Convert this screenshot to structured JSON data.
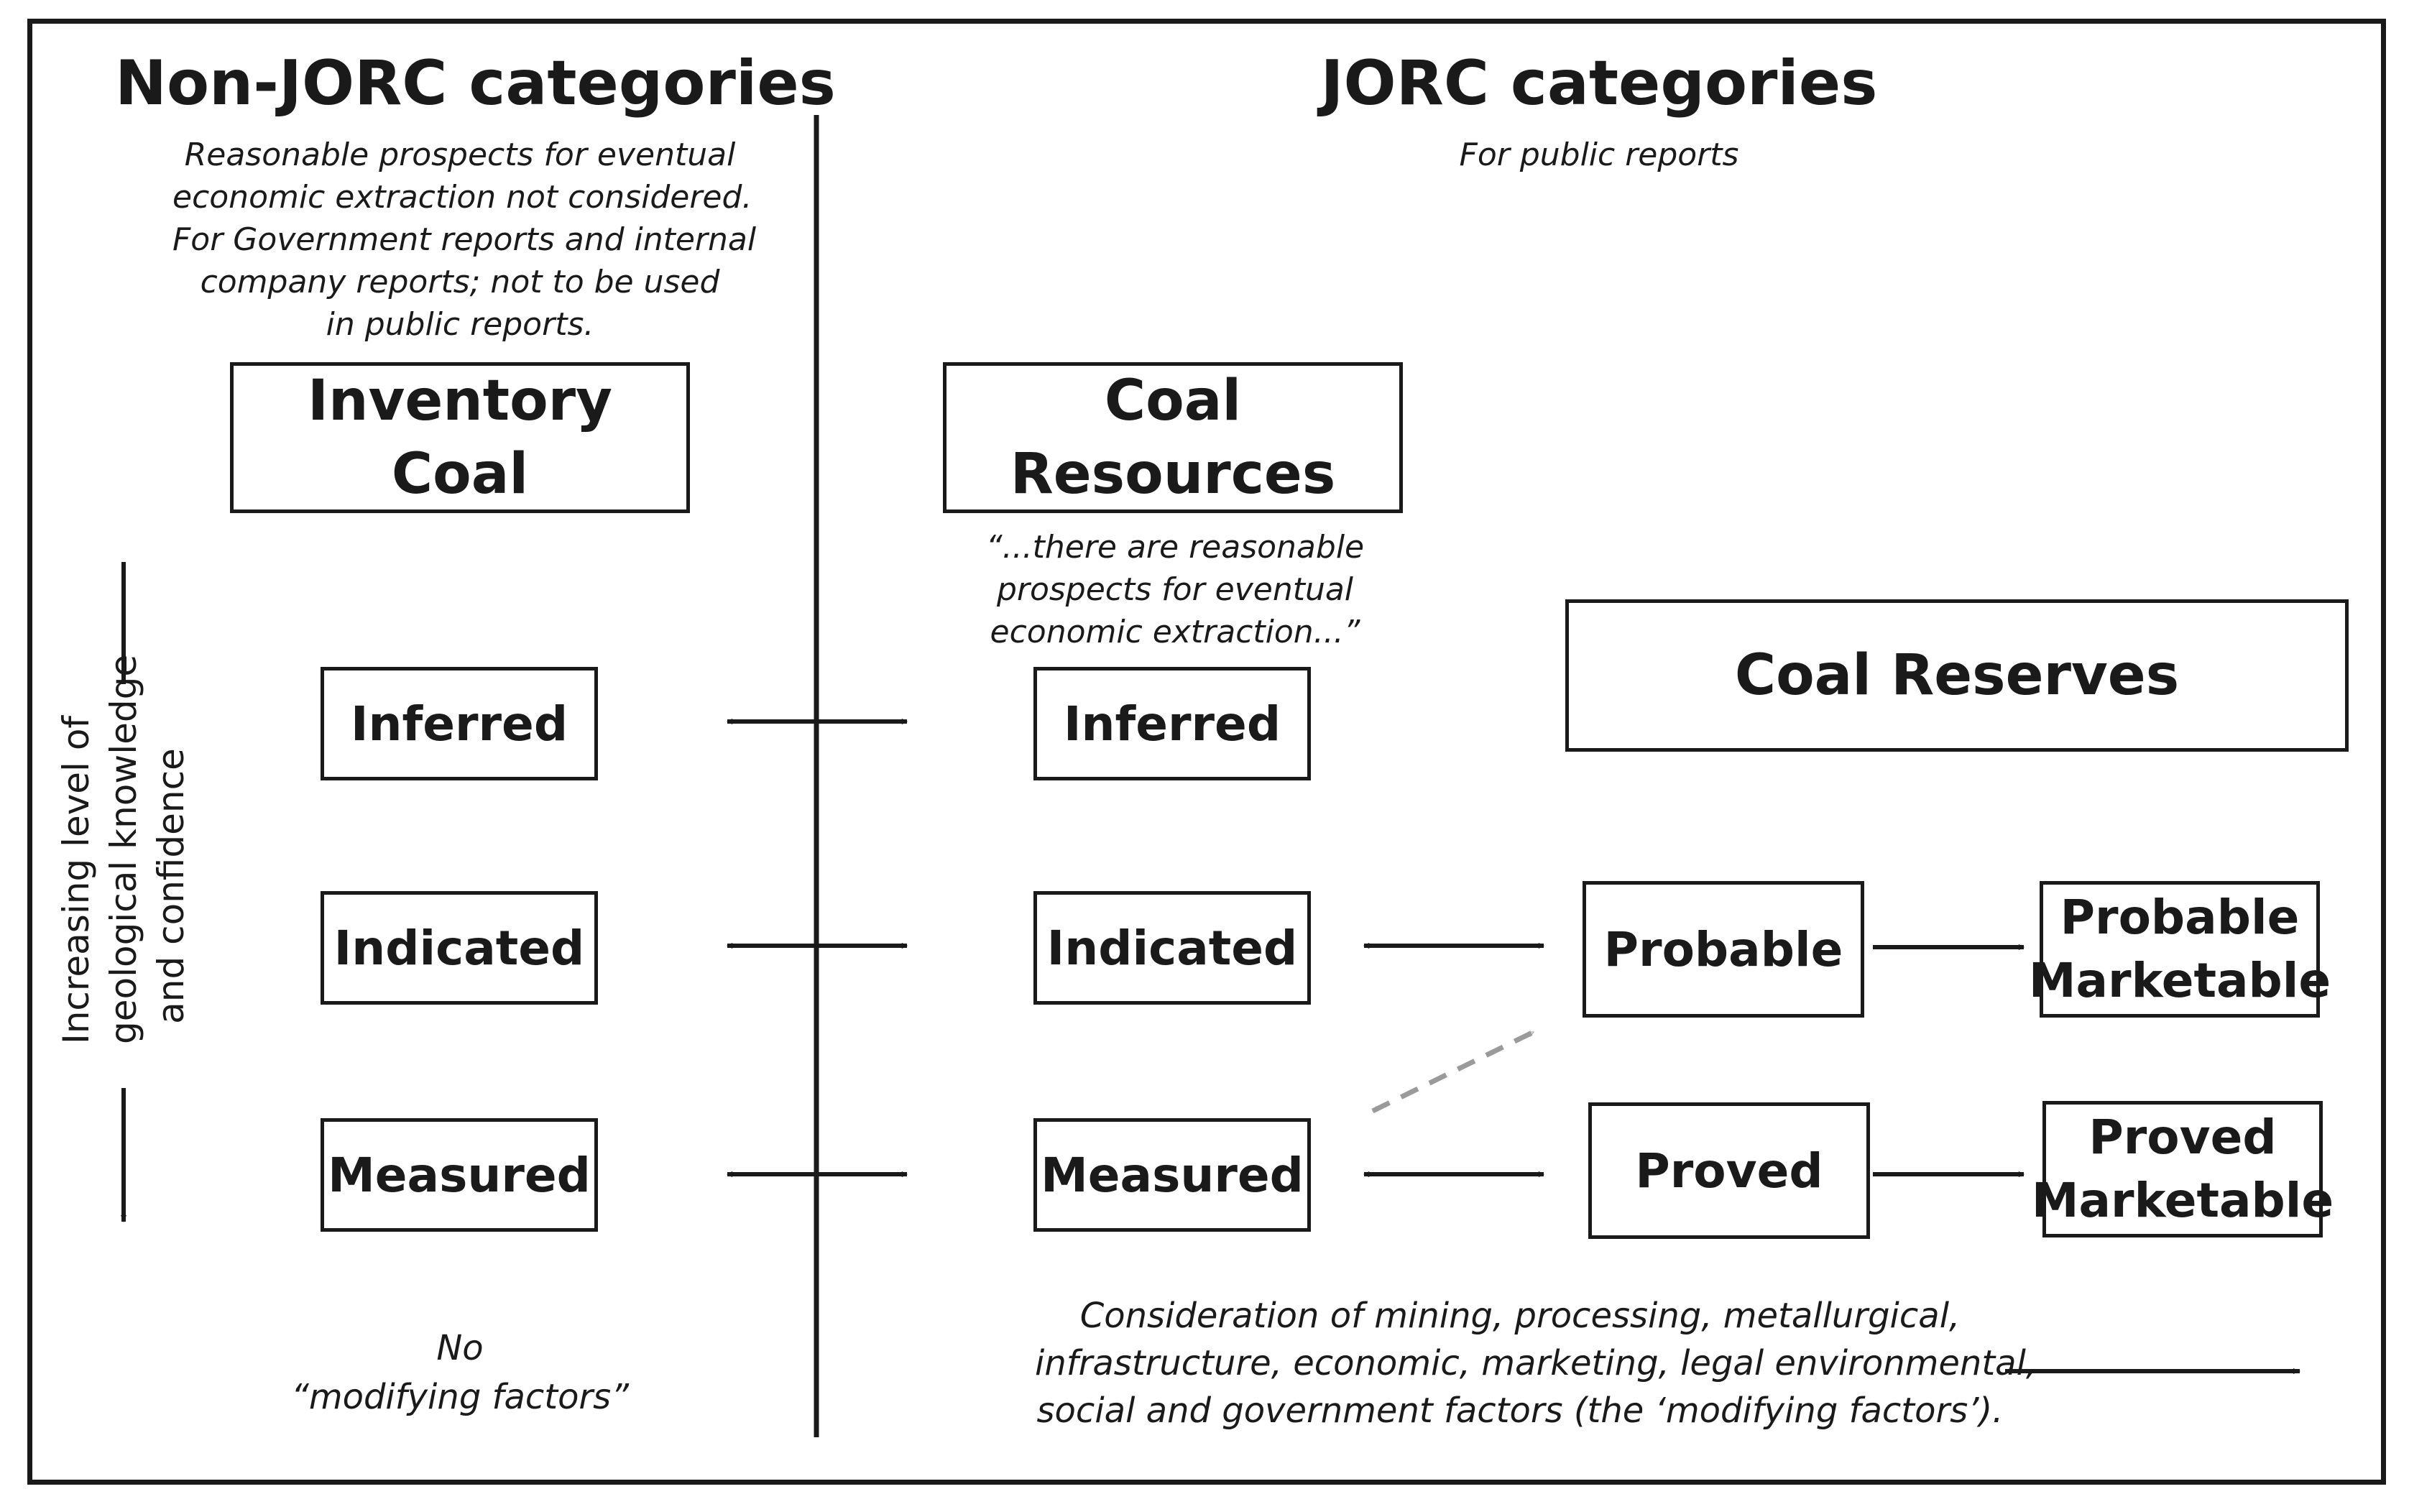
{
  "non_jorc": {
    "heading": "Non-JORC categories",
    "note_lines": [
      "Reasonable prospects for eventual",
      "economic extraction not considered.",
      "For Government reports and internal",
      "company reports; not to be used",
      "in public reports."
    ],
    "inventory_lines": [
      "Inventory",
      "Coal"
    ],
    "categories": [
      "Inferred",
      "Indicated",
      "Measured"
    ],
    "footer_lines": [
      "No",
      "“modifying factors”"
    ]
  },
  "jorc": {
    "heading": "JORC categories",
    "subheading": "For public reports",
    "resources_lines": [
      "Coal",
      "Resources"
    ],
    "quote_lines": [
      "“...there are reasonable",
      "prospects for eventual",
      "economic extraction...”"
    ],
    "categories": [
      "Inferred",
      "Indicated",
      "Measured"
    ],
    "reserves_heading": "Coal Reserves",
    "reserves": [
      "Probable",
      "Proved"
    ],
    "marketable": [
      [
        "Probable",
        "Marketable"
      ],
      [
        "Proved",
        "Marketable"
      ]
    ],
    "footer_lines": [
      "Consideration of mining, processing, metallurgical,",
      "infrastructure, economic, marketing, legal environmental,",
      "social and government factors (the ‘modifying factors’)."
    ]
  },
  "side_label_lines": [
    "Increasing level of",
    "geological knowledge",
    "and confidence"
  ],
  "colors": {
    "ink": "#1a1a1a",
    "dashed": "#9a9a9a"
  }
}
